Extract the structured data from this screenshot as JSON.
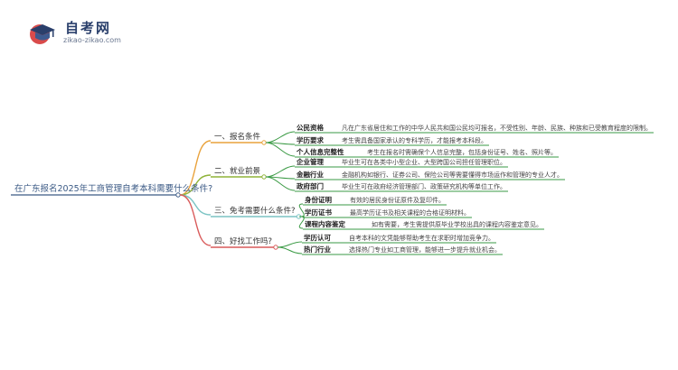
{
  "logo": {
    "title": "自考网",
    "subtitle": "zikao-zikao.com"
  },
  "root": {
    "label": "在广东报名2025年工商管理自考本科需要什么条件?"
  },
  "colors": {
    "b1": "#e9a23b",
    "b2": "#8fb339",
    "b3": "#7bc4c4",
    "b4": "#d95a5a",
    "leafLine": "#3a9a44",
    "root": "#3b5a85"
  },
  "branches": [
    {
      "label": "一、报名条件",
      "leaves": [
        {
          "key": "公民资格",
          "value": "凡在广东省居住和工作的中华人民共和国公民均可报名，不受性别、年龄、民族、种族和已受教育程度的限制。"
        },
        {
          "key": "学历要求",
          "value": "考生需具备国家承认的专科学历，才能报考本科段。"
        },
        {
          "key": "个人信息完整性",
          "value": "考生在报名时需确保个人信息完整，包括身份证号、姓名、照片等。"
        }
      ]
    },
    {
      "label": "二、就业前景",
      "leaves": [
        {
          "key": "企业管理",
          "value": "毕业生可在各类中小型企业、大型跨国公司担任管理职位。"
        },
        {
          "key": "金融行业",
          "value": "金融机构如银行、证券公司、保险公司等需要懂得市场运作和管理的专业人才。"
        },
        {
          "key": "政府部门",
          "value": "毕业生可在政府经济管理部门、政策研究机构等单位工作。"
        }
      ]
    },
    {
      "label": "三、免考需要什么条件?",
      "leaves": [
        {
          "key": "身份证明",
          "value": "有效的居民身份证原件及复印件。"
        },
        {
          "key": "学历证书",
          "value": "最高学历证书及相关课程的合格证明材料。"
        },
        {
          "key": "课程内容鉴定",
          "value": "如有需要，考生需提供原毕业学校出具的课程内容鉴定意见。"
        }
      ]
    },
    {
      "label": "四、好找工作吗?",
      "leaves": [
        {
          "key": "学历认可",
          "value": "自考本科的文凭能够帮助考生在求职时增加竞争力。"
        },
        {
          "key": "热门行业",
          "value": "选择热门专业如工商管理，能够进一步提升就业机会。"
        }
      ]
    }
  ]
}
